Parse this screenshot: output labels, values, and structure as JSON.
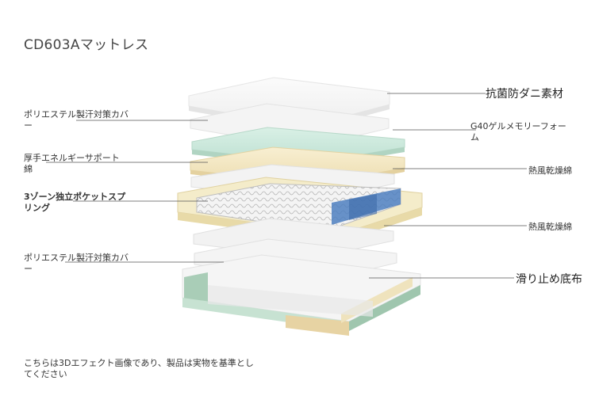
{
  "title": "CD603Aマットレス",
  "left_labels": [
    "ポリエステル製汗対策カバー",
    "厚手エネルギーサポート綿",
    "3ゾーン独立ポケットスプリング",
    "ポリエステル製汗対策カバー"
  ],
  "right_labels": [
    "抗菌防ダニ素材",
    "G40ゲルメモリーフォーム",
    "熱風乾燥綿",
    "熱風乾燥綿",
    "滑り止め底布"
  ],
  "note": "こちらは3Dエフェクト画像であり、製品は実物を基準としてください",
  "colors": {
    "layer_white": "#f7f7f7",
    "gel_green": "#cfeadf",
    "support_cream": "#f5ebc8",
    "base_green": "#a9cdb7",
    "spring_blue": "#4e7fbf"
  }
}
